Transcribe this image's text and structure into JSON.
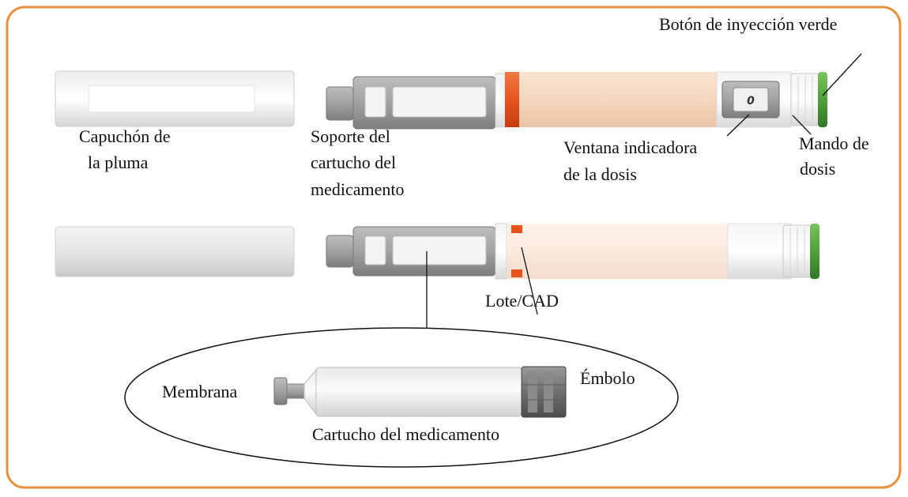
{
  "labels": {
    "injection_button": "Botón de inyección verde",
    "pen_cap_1": "Capuchón de",
    "pen_cap_2": "la pluma",
    "cartridge_holder_1": "Soporte del",
    "cartridge_holder_2": "cartucho del",
    "cartridge_holder_3": "medicamento",
    "dose_window_1": "Ventana indicadora",
    "dose_window_2": "de la dosis",
    "dose_knob_1": "Mando de",
    "dose_knob_2": "dosis",
    "lot_exp": "Lote/CAD",
    "membrane": "Membrana",
    "plunger": "Émbolo",
    "cartridge": "Cartucho del medicamento"
  },
  "dose_display": "0",
  "colors": {
    "frame_border": "#e8913c",
    "pen_body": "#f6dcc6",
    "pen_body_light": "#fbeee4",
    "orange_band": "#e8531d",
    "green_button": "#4fa23a",
    "grey_holder": "#8e8e8e",
    "cap_grey": "#d4d4d4"
  }
}
